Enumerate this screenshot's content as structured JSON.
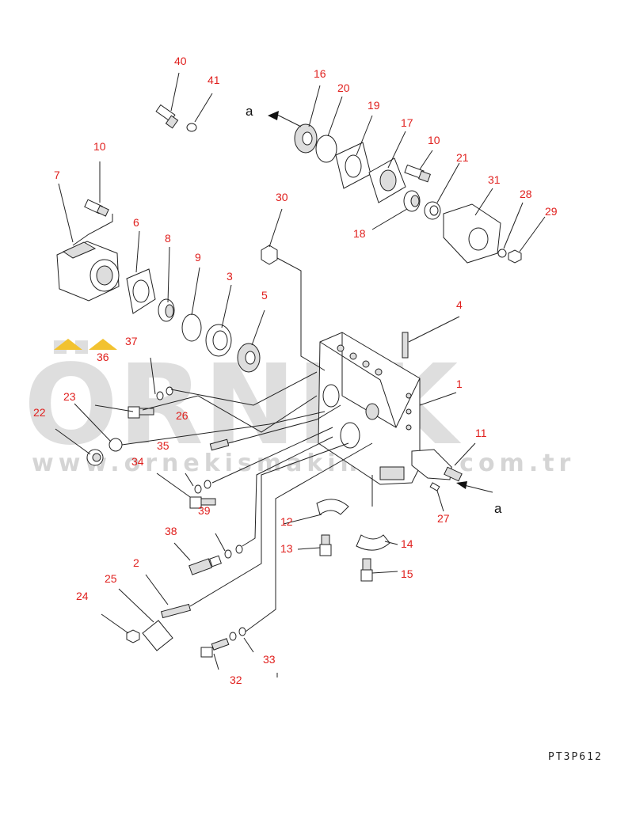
{
  "watermark": {
    "brand": "ÖRNEK",
    "url": "www.ornekismakinalari.com.tr",
    "accent_color": "#f2c230"
  },
  "drawing_code": "PT3P612",
  "direction_marker": "a",
  "callouts": [
    "1",
    "2",
    "3",
    "4",
    "5",
    "6",
    "7",
    "8",
    "9",
    "10",
    "11",
    "12",
    "13",
    "14",
    "15",
    "16",
    "17",
    "18",
    "19",
    "20",
    "21",
    "22",
    "23",
    "24",
    "25",
    "26",
    "27",
    "28",
    "29",
    "30",
    "31",
    "32",
    "33",
    "34",
    "35",
    "36",
    "37",
    "38",
    "39",
    "40",
    "41"
  ]
}
